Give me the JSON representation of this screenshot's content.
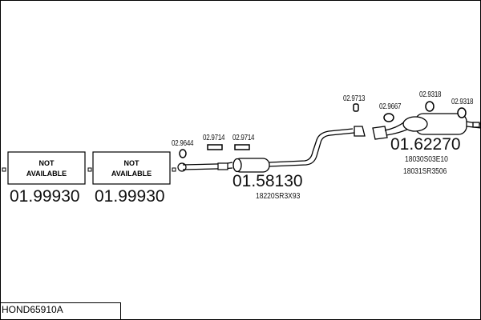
{
  "diagram_title": "HOND65910A",
  "parts": [
    {
      "box": "NOT AVAILABLE",
      "number": "01.99930"
    },
    {
      "box": "NOT AVAILABLE",
      "number": "01.99930"
    },
    {
      "number": "01.58130",
      "ref": "18220SR3X93"
    },
    {
      "number": "01.62270",
      "refs": [
        "18030S03E10",
        "18031SR3506"
      ]
    }
  ],
  "accessories": [
    "02.9644",
    "02.9714",
    "02.9714",
    "02.9713",
    "02.9667",
    "02.9318",
    "02.9318"
  ]
}
